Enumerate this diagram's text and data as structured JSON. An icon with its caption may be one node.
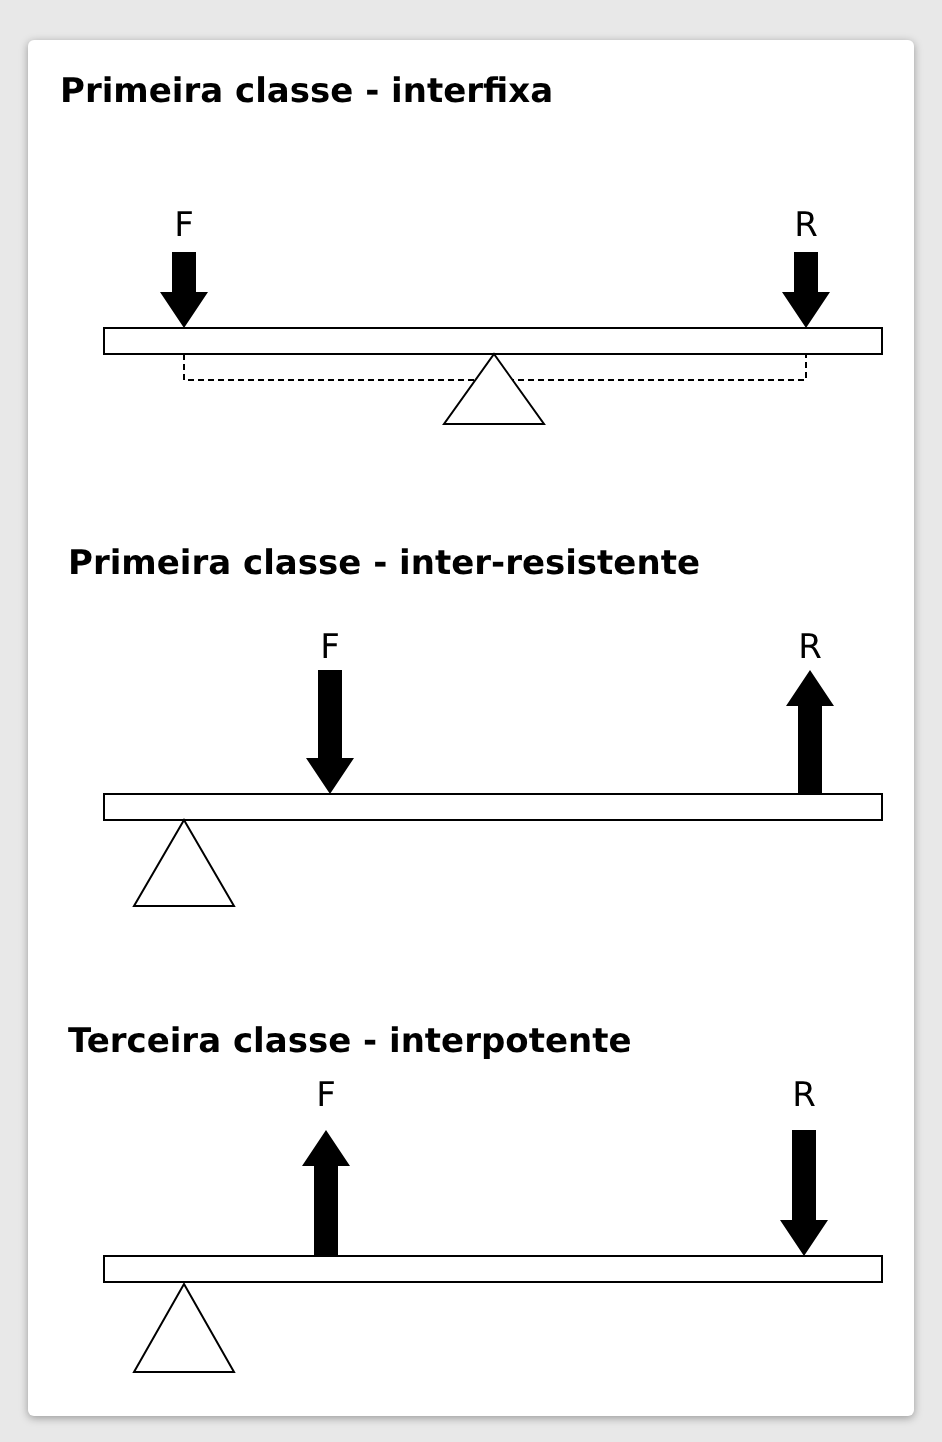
{
  "diagram": {
    "labels": [
      "Primeira classe - interfixa",
      "F",
      "R",
      "Primeira classe - inter-resistente",
      "F",
      "R",
      "Terceira classe - interpotente",
      "F",
      "R"
    ]
  }
}
